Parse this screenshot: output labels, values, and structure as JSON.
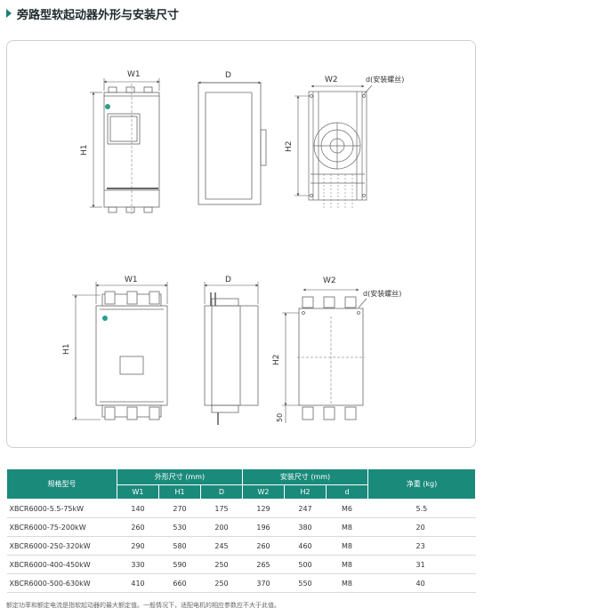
{
  "page": {
    "title": "旁路型软起动器外形与安装尺寸",
    "footnote": "额定功率和额定电流是指软起动器的最大额定值。一般情况下，适配电机的相应参数应不大于此值。"
  },
  "drawing_labels": {
    "w1": "W1",
    "h1": "H1",
    "d": "D",
    "w2": "W2",
    "h2": "H2",
    "mount_hole": "d(安装螺丝)",
    "dim_50": "50"
  },
  "table": {
    "group_headers": {
      "model": "规格型号",
      "outer": "外形尺寸 (mm)",
      "install": "安装尺寸 (mm)",
      "weight": "净重 (kg)"
    },
    "sub_headers": [
      "W1",
      "H1",
      "D",
      "W2",
      "H2",
      "d"
    ],
    "rows": [
      {
        "model": "XBCR6000-5.5-75kW",
        "w1": "140",
        "h1": "270",
        "d": "175",
        "w2": "129",
        "h2": "247",
        "hole": "M6",
        "weight": "5.5"
      },
      {
        "model": "XBCR6000-75-200kW",
        "w1": "260",
        "h1": "530",
        "d": "200",
        "w2": "196",
        "h2": "380",
        "hole": "M8",
        "weight": "20"
      },
      {
        "model": "XBCR6000-250-320kW",
        "w1": "290",
        "h1": "580",
        "d": "245",
        "w2": "260",
        "h2": "460",
        "hole": "M8",
        "weight": "23"
      },
      {
        "model": "XBCR6000-400-450kW",
        "w1": "330",
        "h1": "590",
        "d": "250",
        "w2": "265",
        "h2": "500",
        "hole": "M8",
        "weight": "31"
      },
      {
        "model": "XBCR6000-500-630kW",
        "w1": "410",
        "h1": "660",
        "d": "250",
        "w2": "370",
        "h2": "550",
        "hole": "M8",
        "weight": "40"
      }
    ]
  },
  "colors": {
    "accent": "#1a8a7b",
    "logo": "#2a9d8f"
  }
}
